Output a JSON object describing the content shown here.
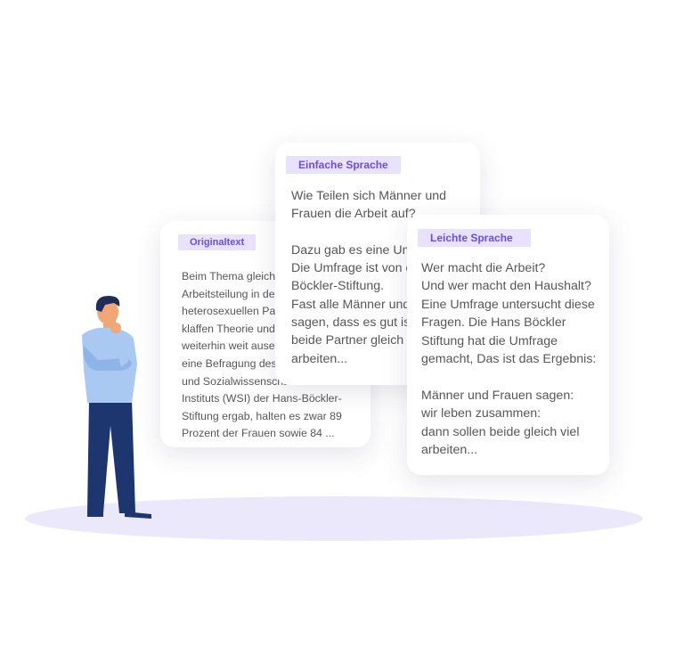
{
  "cards": {
    "original": {
      "tag": "Originaltext",
      "text": "Beim Thema gleichberechtigte\nArbeitsteilung in der Familie\nheterosexuellen Paaren\nklaffen Theorie und Praxis\nweiterhin weit auseinander. Wie\neine Befragung des Wirtschafts-\nund Sozialwissenschaftlichen\nInstituts (WSI) der Hans-Böckler-\nStiftung ergab, halten es zwar 89\nProzent der Frauen sowie 84 ..."
    },
    "einfach": {
      "tag": "Einfache Sprache",
      "text": "Wie Teilen sich Männer und\nFrauen die Arbeit auf?\n\nDazu gab es eine Umfrage.\nDie Umfrage ist von der Hans-\nBöckler-Stiftung.\nFast alle Männer und Frauen\nsagen, dass es gut ist, wenn\nbeide Partner gleich viel\narbeiten..."
    },
    "leicht": {
      "tag": "Leichte Sprache",
      "text": "Wer macht die Arbeit?\nUnd wer macht den Haushalt?\nEine Umfrage untersucht diese\nFragen. Die Hans Böckler\nStiftung hat die Umfrage\ngemacht, Das ist das Ergebnis:\n\nMänner und Frauen sagen:\nwir leben zusammen:\ndann sollen beide gleich viel\narbeiten..."
    }
  },
  "illustration": {
    "person_icon": "thinking-person-icon",
    "ground_icon": "ground-shadow-icon"
  },
  "colors": {
    "tag_background": "#e8e2fd",
    "tag_text": "#6c4de6",
    "ground": "#ebe8fb",
    "shirt": "#a9c8f2",
    "pants": "#1e3670",
    "hair": "#1f2d57",
    "skin": "#f1a676",
    "body_text": "#575757"
  }
}
